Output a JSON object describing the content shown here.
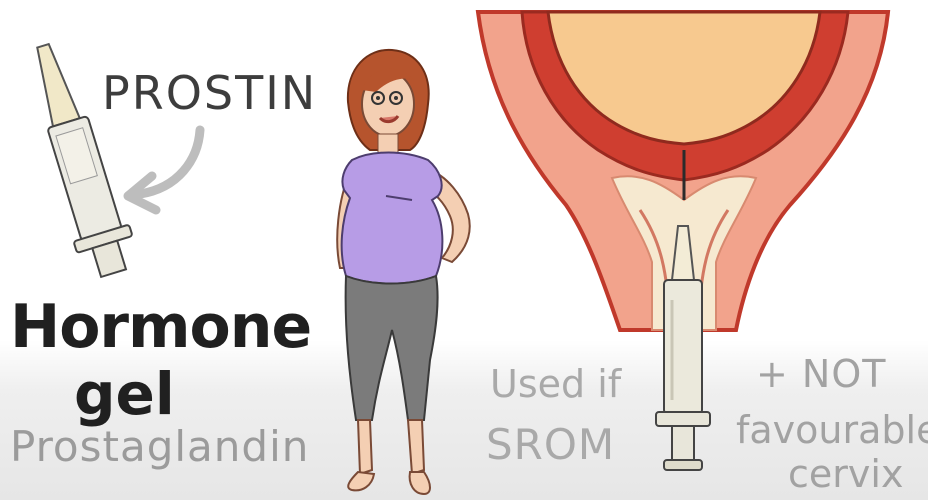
{
  "labels": {
    "prostin": "PROSTIN",
    "hormone": "Hormone",
    "gel": "gel",
    "prostaglandin": "Prostaglandin",
    "used_if": "Used if",
    "srom": "SROM",
    "plus_not": "+ NOT",
    "favourable": "favourable",
    "cervix": "cervix"
  },
  "colors": {
    "uterus_outer": "#f2a38c",
    "uterus_wall": "#d8473a",
    "amniotic_sac": "#f7c98f",
    "purple_top": "#b79ce6",
    "leggings": "#7b7b7b",
    "hair": "#b6542d",
    "syringe_barrel": "#ebe9dc",
    "arrow": "#bdbdbd"
  },
  "icons": {
    "left_syringe": "syringe-icon",
    "right_syringe": "syringe-icon",
    "arrow": "curved-arrow-icon"
  }
}
